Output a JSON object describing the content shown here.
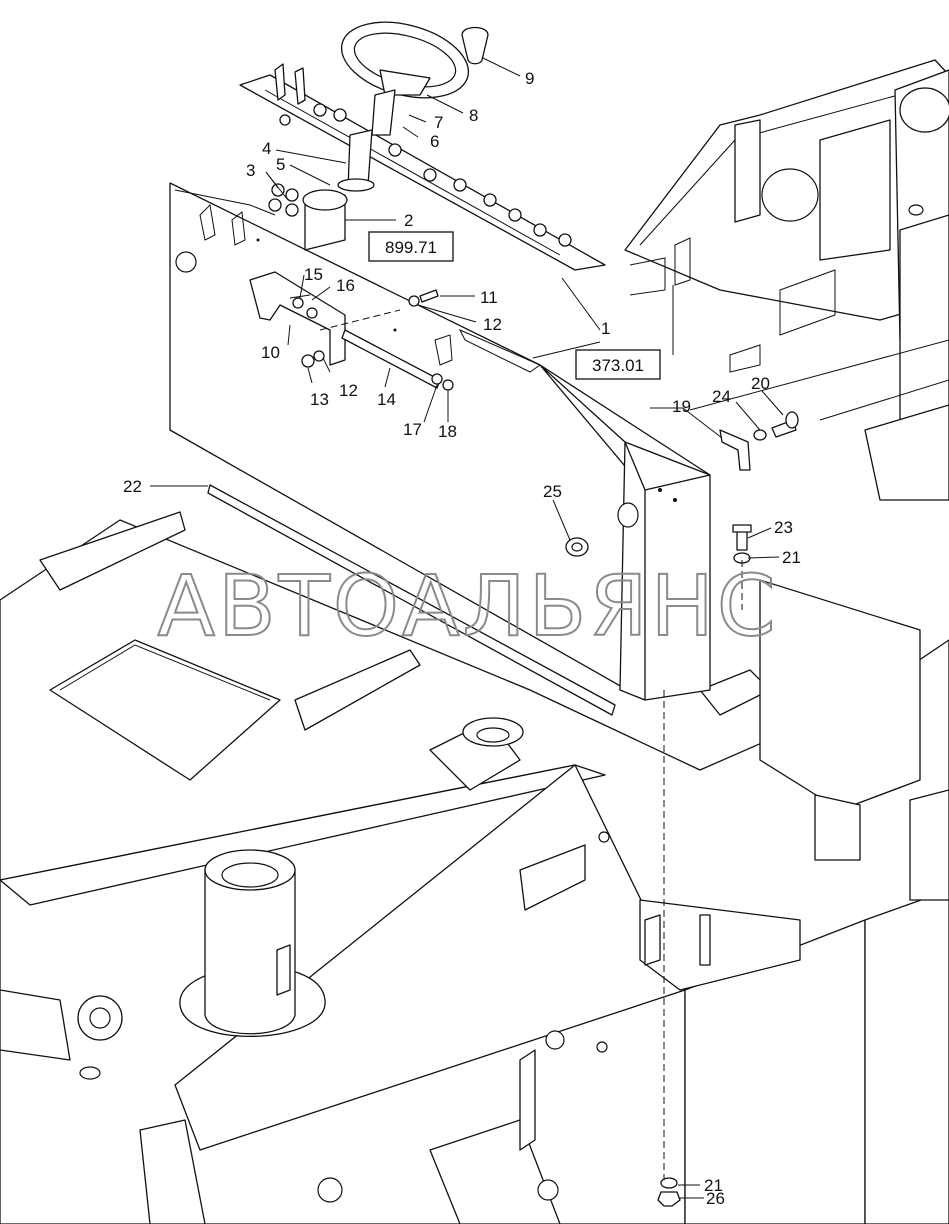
{
  "watermark": "АВТОАЛЬЯНС",
  "ref_boxes": [
    "899.71",
    "373.01"
  ],
  "callouts": [
    "1",
    "2",
    "3",
    "4",
    "5",
    "6",
    "7",
    "8",
    "9",
    "10",
    "11",
    "12",
    "12",
    "13",
    "14",
    "15",
    "16",
    "17",
    "18",
    "19",
    "20",
    "21",
    "21",
    "22",
    "23",
    "24",
    "25",
    "26"
  ],
  "colors": {
    "line": "#111111",
    "background": "#ffffff",
    "watermark": "#8a8a8a"
  }
}
